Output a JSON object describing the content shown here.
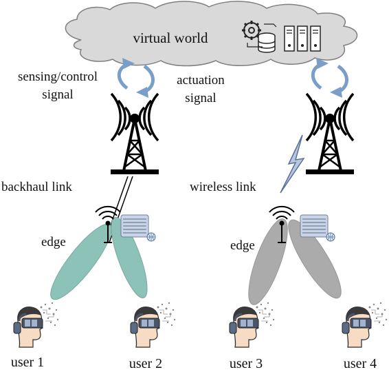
{
  "cloud": {
    "label": "virtual world"
  },
  "links": {
    "sensing_control": [
      "sensing/control",
      "signal"
    ],
    "actuation": [
      "actuation",
      "signal"
    ],
    "backhaul": "backhaul link",
    "wireless": "wireless link"
  },
  "edges": {
    "left": "edge",
    "right": "edge"
  },
  "users": [
    "user 1",
    "user 2",
    "user 3",
    "user 4"
  ],
  "colors": {
    "cloud_fill": "#d9d9d9",
    "cloud_stroke": "#7f7f7f",
    "arrow": "#7b9ec9",
    "beam_left": "#8cc2b8",
    "beam_right": "#ababab",
    "lightning": "#b8c6de",
    "server_panel": "#c8d3e6"
  },
  "icons": [
    "gear-database-icon",
    "server-rack-icon",
    "radio-tower-icon",
    "edge-server-icon",
    "vr-headset-user-icon",
    "lightning-icon"
  ]
}
